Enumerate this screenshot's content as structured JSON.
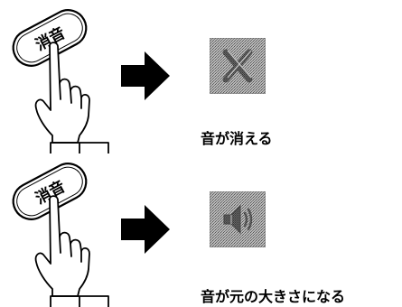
{
  "remote_button": {
    "label": "消音"
  },
  "steps": [
    {
      "icon": "speaker-muted-icon",
      "caption": "音が消える"
    },
    {
      "icon": "speaker-on-icon",
      "caption": "音が元の大きさになる"
    }
  ],
  "colors": {
    "ink": "#000000",
    "tile": "#9a9a9a",
    "background": "#ffffff"
  }
}
